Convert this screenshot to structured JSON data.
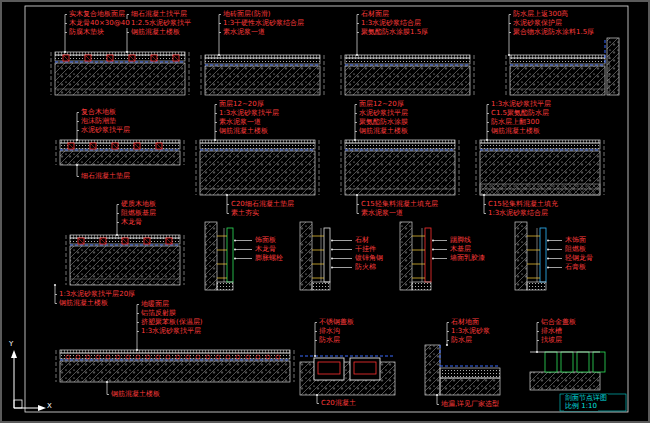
{
  "diagram": {
    "labels": [
      "实木复合地板面层",
      "木龙骨40×30@400",
      "防腐木垫块",
      "细石混凝土找平层",
      "1:2.5水泥砂浆找平",
      "钢筋混凝土楼板",
      "地砖面层(防滑)",
      "1:3干硬性水泥砂浆结合层",
      "素水泥浆一道",
      "石材面层",
      "1:3水泥砂浆结合层",
      "聚氨酯防水涂膜1.5厚",
      "防水层上返300高",
      "水泥砂浆保护层",
      "聚合物水泥防水涂料1.5厚",
      "复合木地板",
      "泡沫防潮垫",
      "水泥砂浆找平层",
      "细石混凝土垫层",
      "面层12~20厚",
      "1:3水泥砂浆找平层",
      "素水泥浆一道",
      "钢筋混凝土楼板",
      "C20细石混凝土垫层",
      "素土夯实",
      "面层12~20厚",
      "水泥砂浆找平层",
      "聚氨酯防水涂膜",
      "钢筋混凝土楼板",
      "C15轻集料混凝土填充层",
      "素水泥浆一道",
      "1:3水泥砂浆找平层",
      "C1.5聚氨酯防水层",
      "防水层上翻300",
      "钢筋混凝土楼板",
      "C15轻集料混凝土填充",
      "1:3水泥砂浆结合层",
      "硬质木地板",
      "阻燃板基层",
      "木龙骨",
      "1:3水泥砂浆找平层20厚",
      "钢筋混凝土楼板",
      "饰面板",
      "木龙骨",
      "膨胀螺栓",
      "石材",
      "干挂件",
      "镀锌角钢",
      "防火棉",
      "踢脚线",
      "木基层",
      "墙面乳胶漆",
      "木饰面",
      "阻燃板",
      "轻钢龙骨",
      "石膏板",
      "地暖面层",
      "铝箔反射膜",
      "挤塑聚苯板(保温层)",
      "1:3水泥砂浆找平层",
      "钢筋混凝土楼板",
      "不锈钢盖板",
      "排水沟",
      "防水层",
      "C20混凝土",
      "石材地面",
      "1:3水泥砂浆",
      "防水层",
      "地漏,详见厂家选型",
      "铝合金盖板",
      "排水槽",
      "找坡层",
      "剖面节点详图",
      "比例 1:10",
      "Y",
      "X"
    ]
  }
}
